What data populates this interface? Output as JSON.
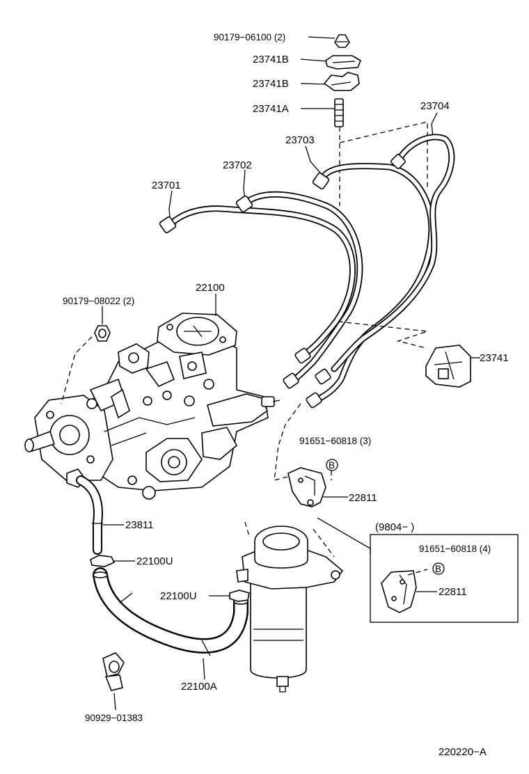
{
  "labels": {
    "nut_90179_06100": "90179−06100 (2)",
    "clamp_23741B_upper": "23741B",
    "clamp_23741B_lower": "23741B",
    "stud_23741A": "23741A",
    "pipe_23704": "23704",
    "pipe_23703": "23703",
    "pipe_23702": "23702",
    "pipe_23701": "23701",
    "pump_22100": "22100",
    "nut_90179_08022": "90179−08022 (2)",
    "clamp_23741": "23741",
    "bolt_91651_60818_3": "91651−60818 (3)",
    "bracket_22811_main": "22811",
    "hose_23811": "23811",
    "clip_22100U_upper": "22100U",
    "date_range": "(9804−        )",
    "bolt_91651_60818_4": "91651−60818 (4)",
    "bracket_22811_inset": "22811",
    "clip_22100U_lower": "22100U",
    "hose_22100A": "22100A",
    "clip_90929_01383": "90929−01383",
    "bolt_marker_main": "B",
    "bolt_marker_inset": "B",
    "figure_id": "220220−A"
  }
}
